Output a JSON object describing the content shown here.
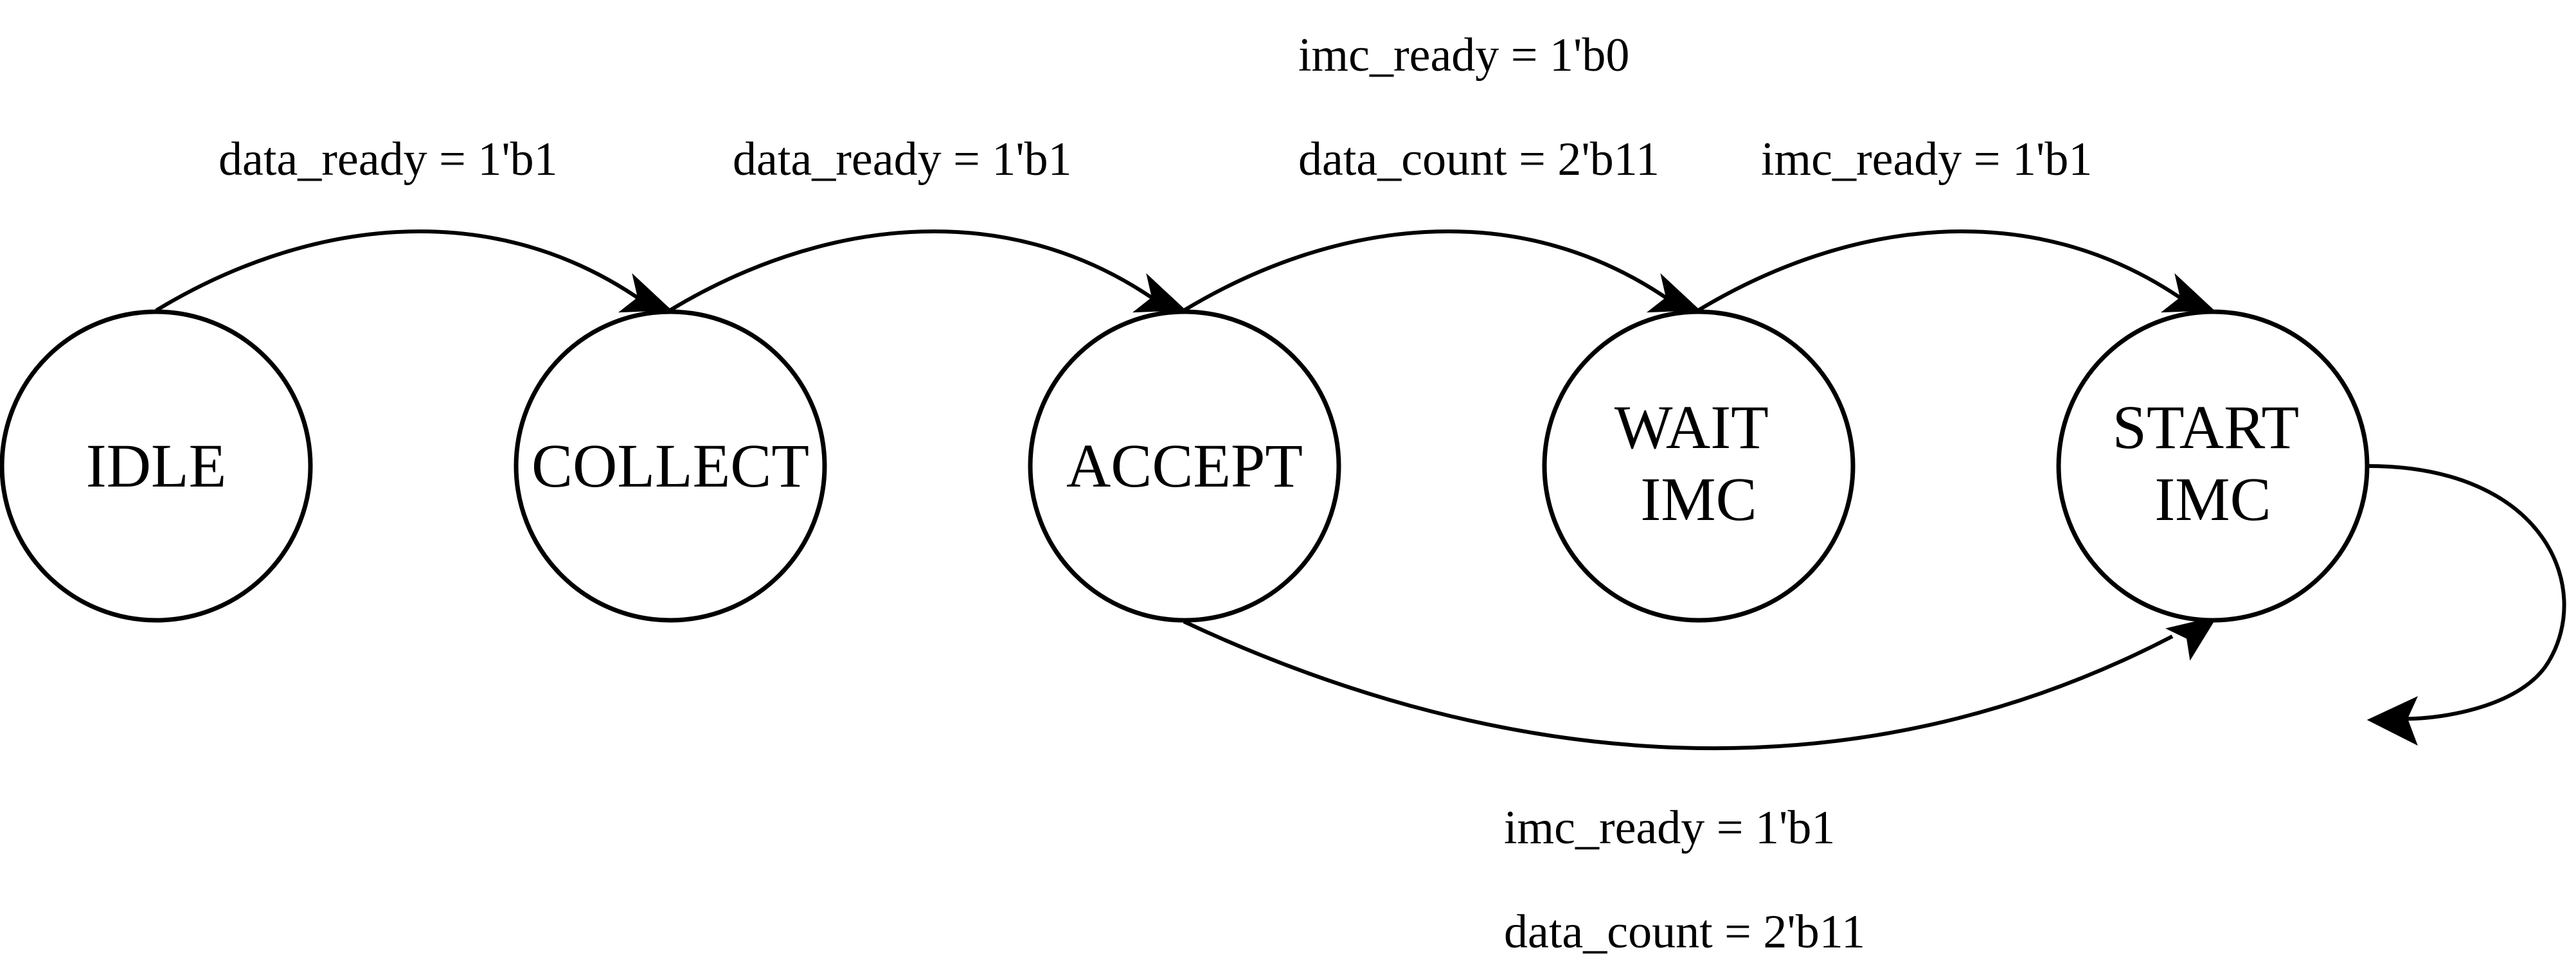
{
  "diagram": {
    "states": [
      {
        "id": "idle",
        "lines": [
          "IDLE"
        ]
      },
      {
        "id": "collect",
        "lines": [
          "COLLECT"
        ]
      },
      {
        "id": "accept",
        "lines": [
          "ACCEPT"
        ]
      },
      {
        "id": "wait-imc",
        "lines": [
          "WAIT",
          "IMC"
        ]
      },
      {
        "id": "start-imc",
        "lines": [
          "START",
          "IMC"
        ]
      }
    ],
    "transitions": [
      {
        "id": "idle-to-collect",
        "from": "IDLE",
        "to": "COLLECT",
        "conditions": [
          "data_ready = 1'b1"
        ]
      },
      {
        "id": "collect-to-accept",
        "from": "COLLECT",
        "to": "ACCEPT",
        "conditions": [
          "data_ready = 1'b1"
        ]
      },
      {
        "id": "accept-to-wait-imc",
        "from": "ACCEPT",
        "to": "WAIT IMC",
        "conditions": [
          "imc_ready = 1'b0",
          "data_count = 2'b11"
        ]
      },
      {
        "id": "wait-imc-to-start-imc",
        "from": "WAIT IMC",
        "to": "START IMC",
        "conditions": [
          "imc_ready = 1'b1"
        ]
      },
      {
        "id": "accept-to-start-imc",
        "from": "ACCEPT",
        "to": "START IMC",
        "conditions": [
          "imc_ready = 1'b1",
          "data_count = 2'b11"
        ]
      },
      {
        "id": "start-imc-exit",
        "from": "START IMC",
        "to": "",
        "conditions": []
      }
    ],
    "colors": {
      "stroke": "#000000",
      "background": "#ffffff",
      "text": "#000000"
    }
  }
}
